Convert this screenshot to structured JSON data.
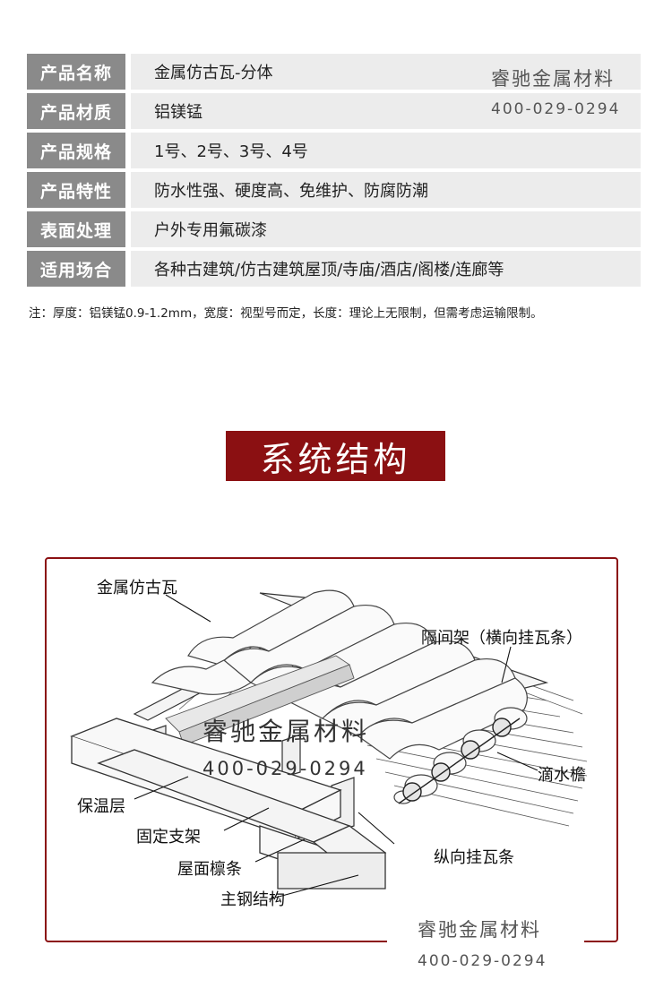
{
  "specs": [
    {
      "label": "产品名称",
      "value": "金属仿古瓦-分体"
    },
    {
      "label": "产品材质",
      "value": "铝镁锰"
    },
    {
      "label": "产品规格",
      "value": "1号、2号、3号、4号"
    },
    {
      "label": "产品特性",
      "value": "防水性强、硬度高、免维护、防腐防潮"
    },
    {
      "label": "表面处理",
      "value": "户外专用氟碳漆"
    },
    {
      "label": "适用场合",
      "value": "各种古建筑/仿古建筑屋顶/寺庙/酒店/阁楼/连廊等"
    }
  ],
  "note": "注：厚度：铝镁锰0.9-1.2mm，宽度：视型号而定，长度：理论上无限制，但需考虑运输限制。",
  "watermark": {
    "name": "睿驰金属材料",
    "phone": "400-029-0294"
  },
  "section_title": "系统结构",
  "callouts": {
    "tile": "金属仿古瓦",
    "spacer": "隔间架（横向挂瓦条）",
    "drip": "滴水檐",
    "insulation": "保温层",
    "bracket": "固定支架",
    "purlin": "屋面檩条",
    "batten": "纵向挂瓦条",
    "steel": "主钢结构"
  },
  "colors": {
    "label_bg": "#8a8a8a",
    "value_bg": "#ececec",
    "accent": "#8b1012"
  }
}
